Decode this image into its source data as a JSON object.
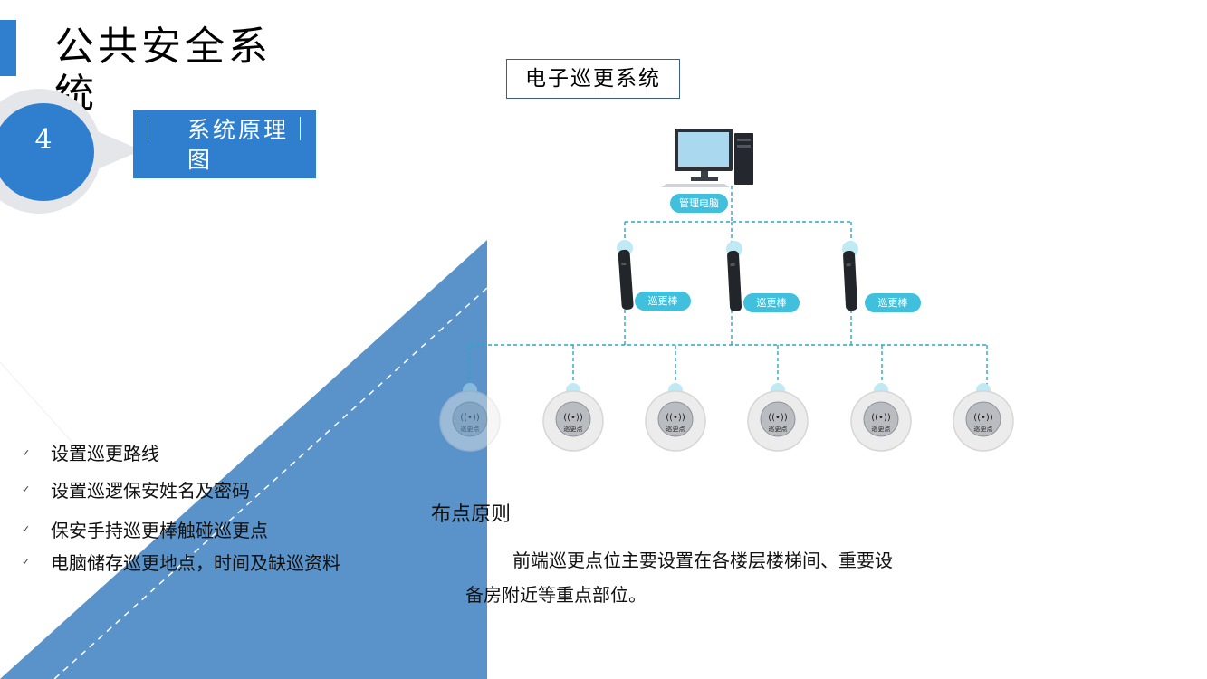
{
  "header": {
    "title": "公共安全系统",
    "section_number": "4",
    "subtitle": "系统原理图"
  },
  "diagram": {
    "title": "电子巡更系统",
    "computer_label": "管理电脑",
    "wand_label": "巡更棒",
    "checkpoint_label": "巡更点",
    "wand_count": 3,
    "checkpoint_count": 6,
    "colors": {
      "accent": "#2f7fce",
      "triangle": "#5a93c9",
      "link": "#2aa7c9",
      "pill": "#40c0dd"
    }
  },
  "bullets": [
    "设置巡更路线",
    "设置巡逻保安姓名及密码",
    "保安手持巡更棒触碰巡更点",
    "电脑储存巡更地点，时间及缺巡资料"
  ],
  "bullet_mark": "✓",
  "principle": {
    "heading": "布点原则",
    "body": "前端巡更点位主要设置在各楼层楼梯间、重要设备房附近等重点部位。"
  },
  "icons": {
    "computer": "desktop-computer-icon",
    "wand": "patrol-wand-icon",
    "checkpoint": "rfid-checkpoint-icon"
  }
}
